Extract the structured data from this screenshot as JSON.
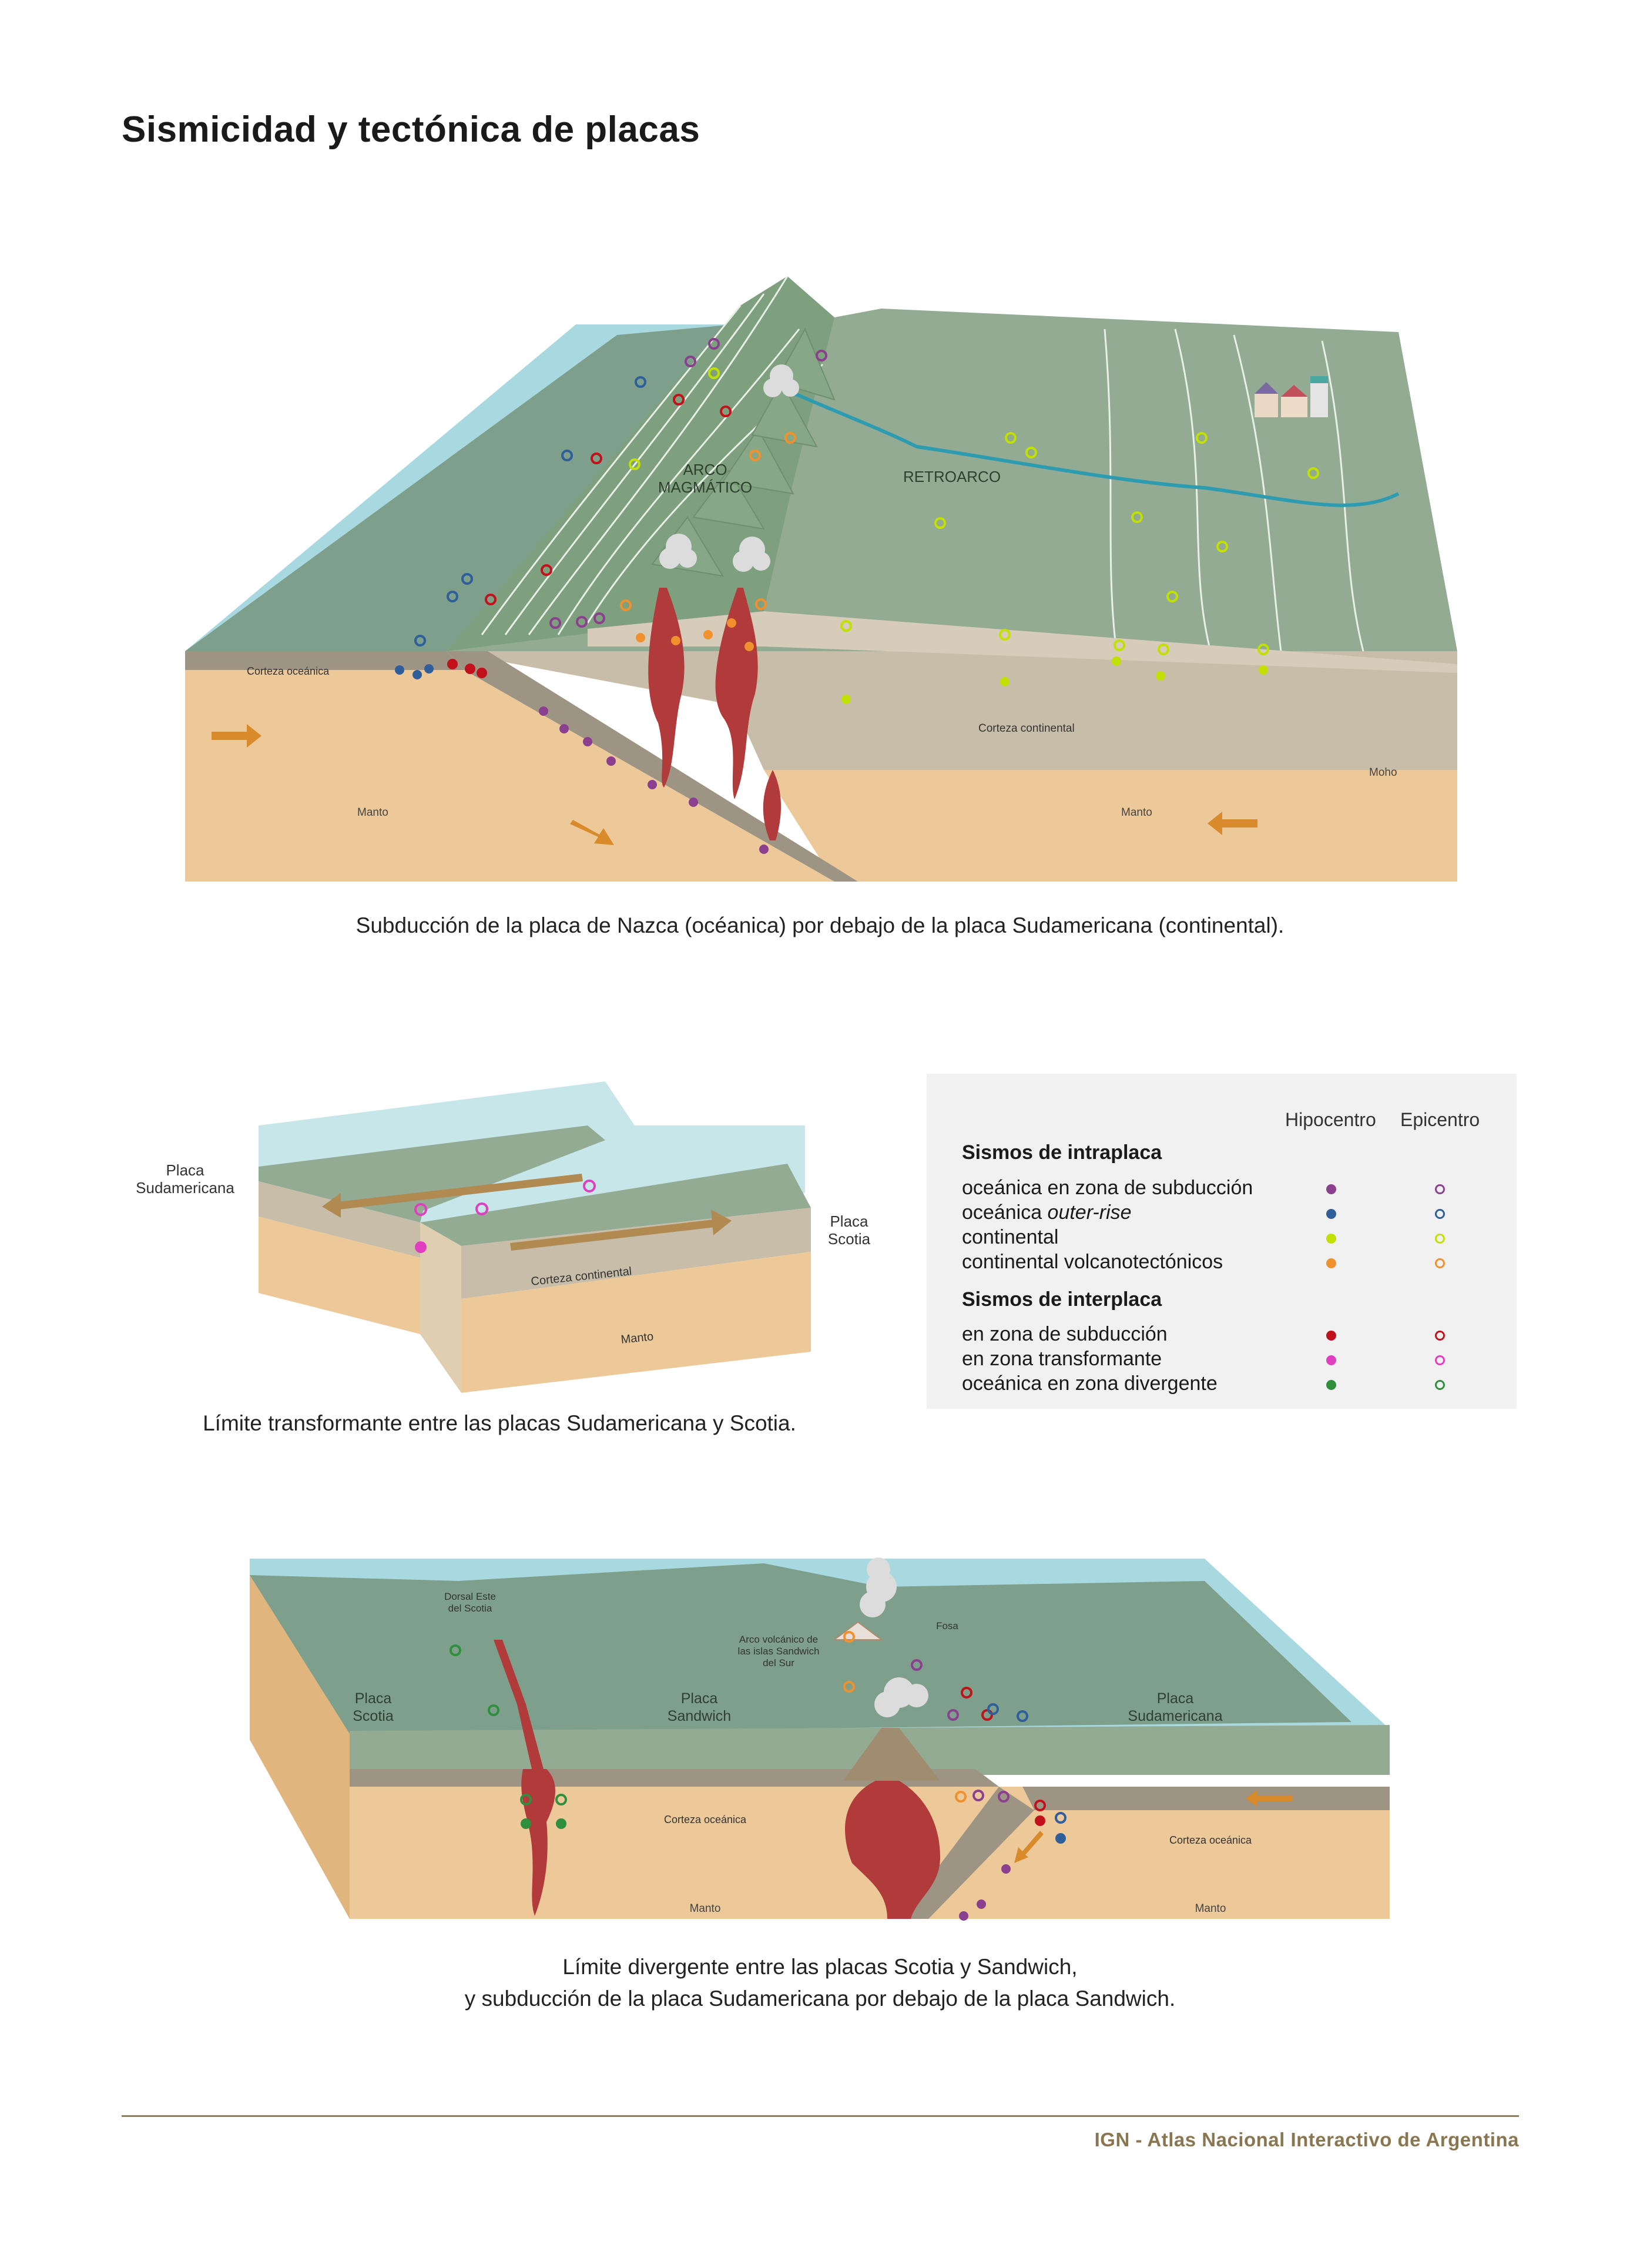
{
  "title": "Sismicidad y tectónica de placas",
  "diagram1": {
    "caption": "Subducción de la placa de Nazca (océanica) por debajo de la placa Sudamericana (continental).",
    "labels": {
      "arco_line1": "ARCO",
      "arco_line2": "MAGMÁTICO",
      "retroarco": "RETROARCO",
      "corteza_oceanica": "Corteza oceánica",
      "corteza_continental": "Corteza continental",
      "manto_left": "Manto",
      "manto_right": "Manto",
      "moho": "Moho"
    }
  },
  "diagram2": {
    "caption": "Límite transformante entre las placas Sudamericana y Scotia.",
    "labels": {
      "placa_sud_1": "Placa",
      "placa_sud_2": "Sudamericana",
      "placa_scotia_1": "Placa",
      "placa_scotia_2": "Scotia",
      "corteza_continental": "Corteza continental",
      "manto": "Manto"
    }
  },
  "diagram3": {
    "caption_line1": "Límite divergente entre las placas Scotia y Sandwich,",
    "caption_line2": "y subducción de la placa Sudamericana por debajo de la placa Sandwich.",
    "labels": {
      "dorsal_1": "Dorsal Este",
      "dorsal_2": "del Scotia",
      "arco_1": "Arco volcánico de",
      "arco_2": "las islas Sandwich",
      "arco_3": "del Sur",
      "fosa": "Fosa",
      "placa_scotia_1": "Placa",
      "placa_scotia_2": "Scotia",
      "placa_sandwich_1": "Placa",
      "placa_sandwich_2": "Sandwich",
      "placa_sud_1": "Placa",
      "placa_sud_2": "Sudamericana",
      "corteza_oceanica_1": "Corteza oceánica",
      "corteza_oceanica_2": "Corteza oceánica",
      "manto_1": "Manto",
      "manto_2": "Manto"
    }
  },
  "legend": {
    "col_hipocentro": "Hipocentro",
    "col_epicentro": "Epicentro",
    "intraplaca_title": "Sismos de intraplaca",
    "interplaca_title": "Sismos de interplaca",
    "intraplaca": [
      {
        "label": "oceánica en zona de subducción",
        "italic": "",
        "color": "#8a3f8f"
      },
      {
        "label": "oceánica ",
        "italic": "outer-rise",
        "color": "#2f5f9a"
      },
      {
        "label": "continental",
        "italic": "",
        "color": "#c2e000"
      },
      {
        "label": "continental volcanotectónicos",
        "italic": "",
        "color": "#f0912e"
      }
    ],
    "interplaca": [
      {
        "label": "en zona de subducción",
        "italic": "",
        "color": "#c1121c"
      },
      {
        "label": "en zona transformante",
        "italic": "",
        "color": "#e03fbf"
      },
      {
        "label": "oceánica en zona divergente",
        "italic": "",
        "color": "#2e8f3d"
      }
    ]
  },
  "colors": {
    "sea": "#a9d9e0",
    "land": "#93ab93",
    "crust": "#c8bda8",
    "mantle": "#edc99a",
    "magma": "#b13a3a",
    "arrow": "#d98a2a"
  },
  "footer": "IGN - Atlas Nacional Interactivo de Argentina"
}
